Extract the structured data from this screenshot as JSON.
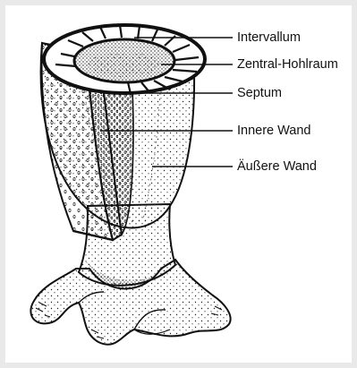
{
  "diagram": {
    "subject": "archaeocyath-cup",
    "colors": {
      "background": "#e9e9e9",
      "panel": "#ffffff",
      "ink": "#111111"
    },
    "labels": {
      "intervallum": "Intervallum",
      "central_cavity": "Zentral-Hohlraum",
      "septum": "Septum",
      "inner_wall": "Innere Wand",
      "outer_wall": "Äußere Wand"
    }
  }
}
